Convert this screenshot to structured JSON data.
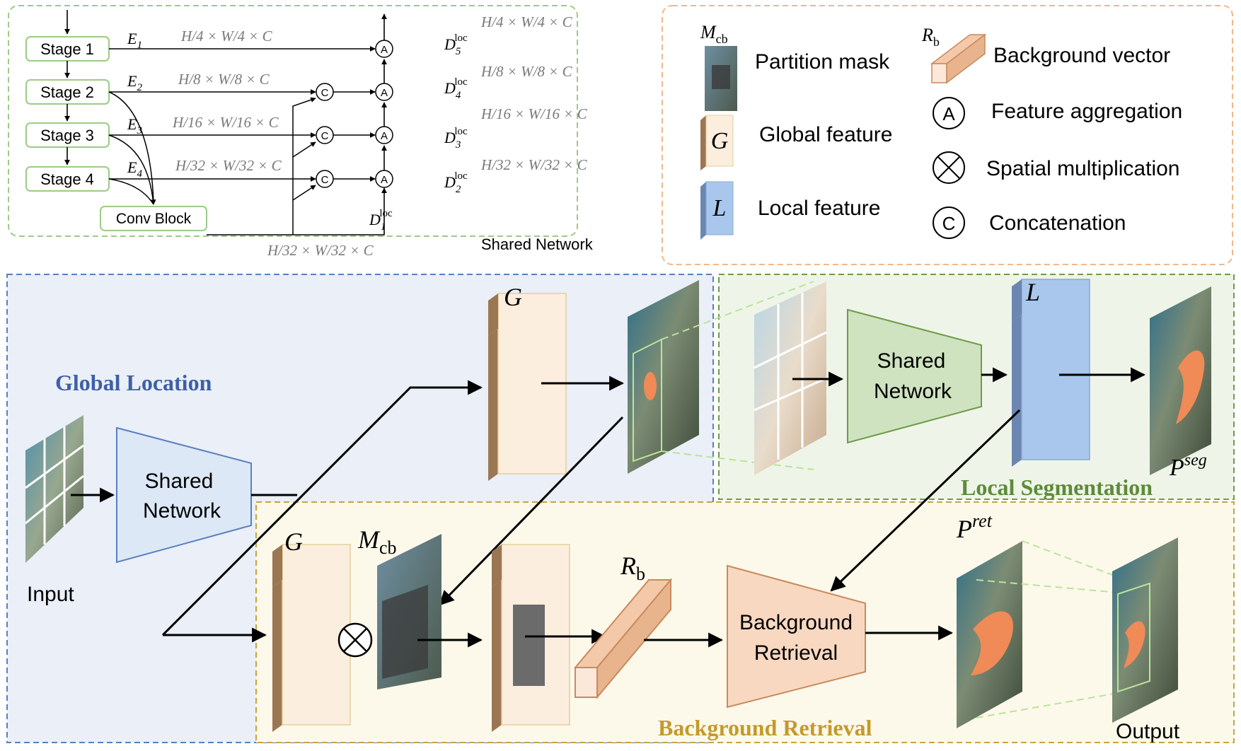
{
  "shared_panel": {
    "stages": [
      "Stage 1",
      "Stage 2",
      "Stage 3",
      "Stage 4"
    ],
    "encoder_labels": [
      {
        "base": "E",
        "sub": "1"
      },
      {
        "base": "E",
        "sub": "2"
      },
      {
        "base": "E",
        "sub": "3"
      },
      {
        "base": "E",
        "sub": "4"
      }
    ],
    "encoder_dims": [
      "H/4 × W/4 × C",
      "H/8 × W/8 × C",
      "H/16 × W/16 × C",
      "H/32 × W/32 × C"
    ],
    "conv_block": "Conv Block",
    "conv_dim": "H/32 × W/32 × C",
    "decoder_labels": [
      {
        "base": "D",
        "sub": "5",
        "sup": "loc"
      },
      {
        "base": "D",
        "sub": "4",
        "sup": "loc"
      },
      {
        "base": "D",
        "sub": "3",
        "sup": "loc"
      },
      {
        "base": "D",
        "sub": "2",
        "sup": "loc"
      },
      {
        "base": "D",
        "sub": "1",
        "sup": "loc"
      }
    ],
    "decoder_dims": [
      "H/4 × W/4 × C",
      "H/8 × W/8 × C",
      "H/16 × W/16 × C",
      "H/32 × W/32 × C"
    ],
    "op_aggregate": "A",
    "op_concat": "C",
    "caption": "Shared Network"
  },
  "legend": {
    "mask_label": {
      "base": "M",
      "sub": "cb"
    },
    "mask_text": "Partition mask",
    "global_symbol": "G",
    "global_text": "Global feature",
    "local_symbol": "L",
    "local_text": "Local feature",
    "bg_label": {
      "base": "R",
      "sub": "b"
    },
    "bg_text": "Background vector",
    "agg_symbol": "A",
    "agg_text": "Feature aggregation",
    "mult_text": "Spatial multiplication",
    "concat_symbol": "C",
    "concat_text": "Concatenation"
  },
  "main": {
    "global_title": "Global Location",
    "local_title": "Local Segmentation",
    "background_title": "Background Retrieval",
    "input_label": "Input",
    "output_label": "Output",
    "shared_network_line1": "Shared",
    "shared_network_line2": "Network",
    "bg_retrieval_line1": "Background",
    "bg_retrieval_line2": "Retrieval",
    "G_label": "G",
    "L_label": "L",
    "M_label": {
      "base": "M",
      "sub": "cb"
    },
    "R_label": {
      "base": "R",
      "sub": "b"
    },
    "P_seg": {
      "base": "P",
      "sup": "seg"
    },
    "P_ret": {
      "base": "P",
      "sup": "ret"
    }
  },
  "colors": {
    "green_dash": "#9ccb86",
    "orange_dash": "#f0b88c",
    "blue_region": "#eaeff8",
    "blue_border": "#5a7fc0",
    "green_region": "#eef5e8",
    "green_border": "#6e9b4a",
    "yellow_region": "#fdf9ea",
    "yellow_border": "#c8a440",
    "title_blue": "#3e5fa8",
    "title_green": "#5e8a3a",
    "title_gold": "#c49a2a",
    "feature_face": "#fbeede",
    "feature_side": "#9b7653",
    "local_face": "#a9c7ec",
    "local_side": "#6b86b0"
  }
}
